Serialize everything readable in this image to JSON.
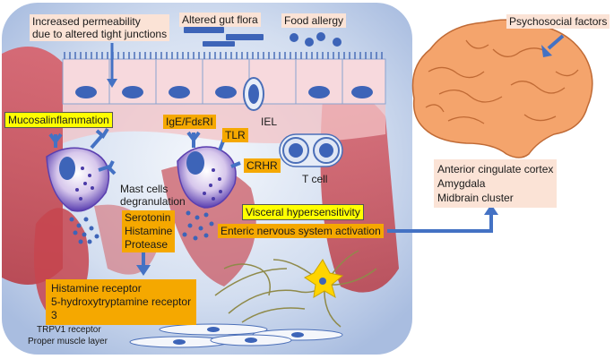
{
  "labels": {
    "permeability": "Increased permeability\ndue to altered tight junctions",
    "gut_flora": "Altered gut flora",
    "food_allergy": "Food allergy",
    "psychosocial": "Psychosocial factors",
    "mucosal": "Mucosalinflammation",
    "ige": "IgE/FdεRI",
    "tlr": "TLR",
    "crhr": "CRHR",
    "iel": "IEL",
    "tcell": "T cell",
    "mast": "Mast cells\ndegranulation",
    "mediators": "Serotonin\nHistamine\nProtease",
    "receptors": "Histamine receptor\n5-hydroxytryptamine receptor\n3",
    "trpv1": "TRPV1 receptor",
    "muscle": "Proper muscle layer",
    "visceral": "Visceral hypersensitivity",
    "enteric": "Enteric nervous system activation",
    "brain_regions": "Anterior cingulate cortex\nAmygdala\nMidbrain cluster"
  },
  "colors": {
    "arrow": "#4472c4",
    "orange_box": "#f5a800",
    "yellow_box": "#ffff00",
    "peach_box": "#fbe3d6",
    "brain": "#f4a46c",
    "tissue": "#c8484f",
    "background_panel": "#b9cbe8"
  }
}
